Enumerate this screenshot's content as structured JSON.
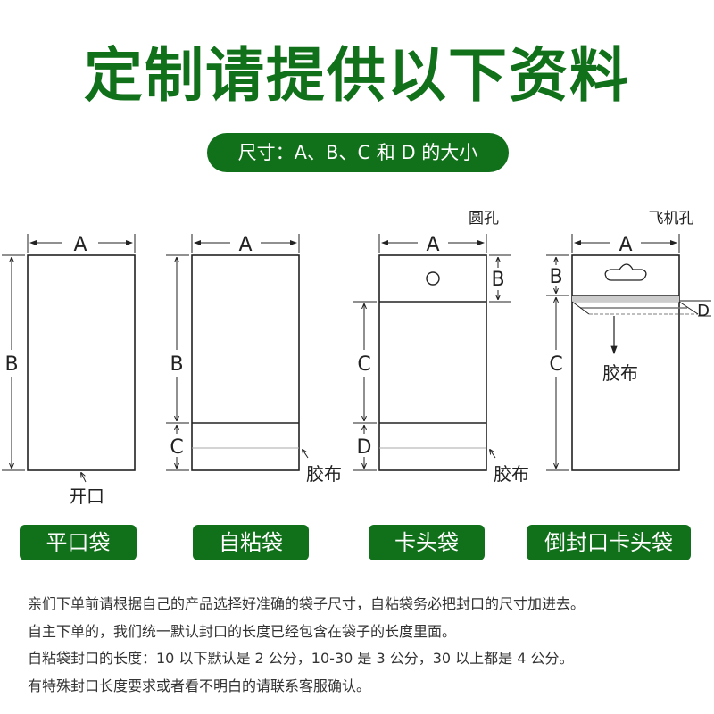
{
  "header": {
    "title": "定制请提供以下资料",
    "subtitle": "尺寸：A、B、C 和 D 的大小"
  },
  "diagrams": [
    {
      "name": "flat-bag",
      "dims": {
        "A": "A",
        "B": "B"
      },
      "annotation": "开口",
      "label": "平口袋"
    },
    {
      "name": "self-seal-bag",
      "dims": {
        "A": "A",
        "B": "B",
        "C": "C"
      },
      "annotation": "胶布",
      "label": "自粘袋"
    },
    {
      "name": "header-bag-round-hole",
      "hole_label": "圆孔",
      "dims": {
        "A": "A",
        "B": "B",
        "C": "C",
        "D": "D"
      },
      "annotation": "胶布",
      "label": "卡头袋"
    },
    {
      "name": "reverse-seal-header-bag",
      "hole_label": "飞机孔",
      "dims": {
        "A": "A",
        "B": "B",
        "C": "C",
        "D": "D"
      },
      "annotation": "胶布",
      "label": "倒封口卡头袋"
    }
  ],
  "notes": [
    "亲们下单前请根据自己的产品选择好准确的袋子尺寸，自粘袋务必把封口的尺寸加进去。",
    "自主下单的，我们统一默认封口的长度已经包含在袋子的长度里面。",
    "自粘袋封口的长度：10 以下默认是 2 公分，10-30 是 3 公分，30 以上都是 4 公分。",
    "有特殊封口长度要求或者看不明白的请联系客服确认。"
  ],
  "colors": {
    "brand_green": "#11701a",
    "line": "#222222",
    "text": "#333333"
  }
}
